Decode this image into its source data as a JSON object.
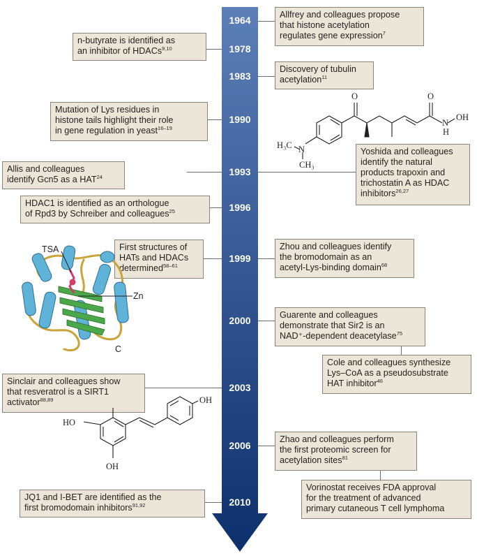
{
  "years": [
    "1964",
    "1978",
    "1983",
    "1990",
    "1993",
    "1996",
    "1999",
    "2000",
    "2003",
    "2006",
    "2010"
  ],
  "events": {
    "e1964": {
      "lines": [
        "Allfrey and colleagues propose",
        "that histone acetylation",
        "regulates gene expression"
      ],
      "ref": "7"
    },
    "e1978": {
      "lines": [
        "n-butyrate is identified as",
        "an inhibitor of HDACs"
      ],
      "ref": "9,10"
    },
    "e1983": {
      "lines": [
        "Discovery of tubulin",
        "acetylation"
      ],
      "ref": "11"
    },
    "e1990": {
      "lines": [
        "Mutation of Lys residues in",
        "histone tails highlight their role",
        "in gene regulation in yeast"
      ],
      "ref": "16–19"
    },
    "e1993a": {
      "lines": [
        "Allis and colleagues",
        "identify Gcn5 as a HAT"
      ],
      "ref": "24"
    },
    "e1993b": {
      "lines": [
        "Yoshida and colleagues",
        "identify the natural",
        "products trapoxin and",
        "trichostatin A as HDAC",
        "inhibitors"
      ],
      "ref": "26,27"
    },
    "e1996": {
      "lines": [
        "HDAC1 is identified as an orthologue",
        "of Rpd3 by Schreiber and colleagues"
      ],
      "ref": "25"
    },
    "e1999a": {
      "lines": [
        "First structures of",
        "HATs and HDACs",
        "determined"
      ],
      "ref": "58–61"
    },
    "e1999b": {
      "lines": [
        "Zhou and colleagues identify",
        "the bromodomain as an",
        "acetyl-Lys-binding domain"
      ],
      "ref": "68"
    },
    "e2000a": {
      "lines": [
        "Guarente and colleagues",
        "demonstrate that Sir2 is an",
        "NAD⁺-dependent deacetylase"
      ],
      "ref": "75"
    },
    "e2000b": {
      "lines": [
        "Cole and colleagues synthesize",
        "Lys–CoA as a pseudosubstrate",
        "HAT inhibitor"
      ],
      "ref": "46"
    },
    "e2003": {
      "lines": [
        "Sinclair and colleagues show",
        "that resveratrol is a SIRT1",
        "activator"
      ],
      "ref": "88,89"
    },
    "e2006a": {
      "lines": [
        "Zhao and colleagues perform",
        "the first proteomic screen for",
        "acetylation sites"
      ],
      "ref": "81"
    },
    "e2006b": {
      "lines": [
        "Vorinostat receives FDA approval",
        "for the treatment of advanced",
        "primary cutaneous T cell lymphoma"
      ],
      "ref": ""
    },
    "e2010": {
      "lines": [
        "JQ1 and I-BET are identified as the",
        "first bromodomain inhibitors"
      ],
      "ref": "91,92"
    }
  },
  "tsa": {
    "o1": "O",
    "o2": "O",
    "oh": "OH",
    "n_amide": "N",
    "h": "H",
    "h3c": "H₃C",
    "n": "N",
    "ch3": "CH₃"
  },
  "resveratrol": {
    "oh_top": "OH",
    "ho_left": "HO",
    "oh_bottom": "OH"
  },
  "structure_labels": {
    "tsa": "TSA",
    "zn": "Zn",
    "c": "C"
  },
  "colors": {
    "arrow_top": "#5c7fb8",
    "arrow_bottom": "#0d2f6b",
    "box_fill": "#ece6d8",
    "box_border": "#8a8478",
    "helix": "#5fb3d9",
    "sheet": "#4aa84a",
    "coil": "#c9a43a",
    "ligand": "#d63a6a"
  }
}
